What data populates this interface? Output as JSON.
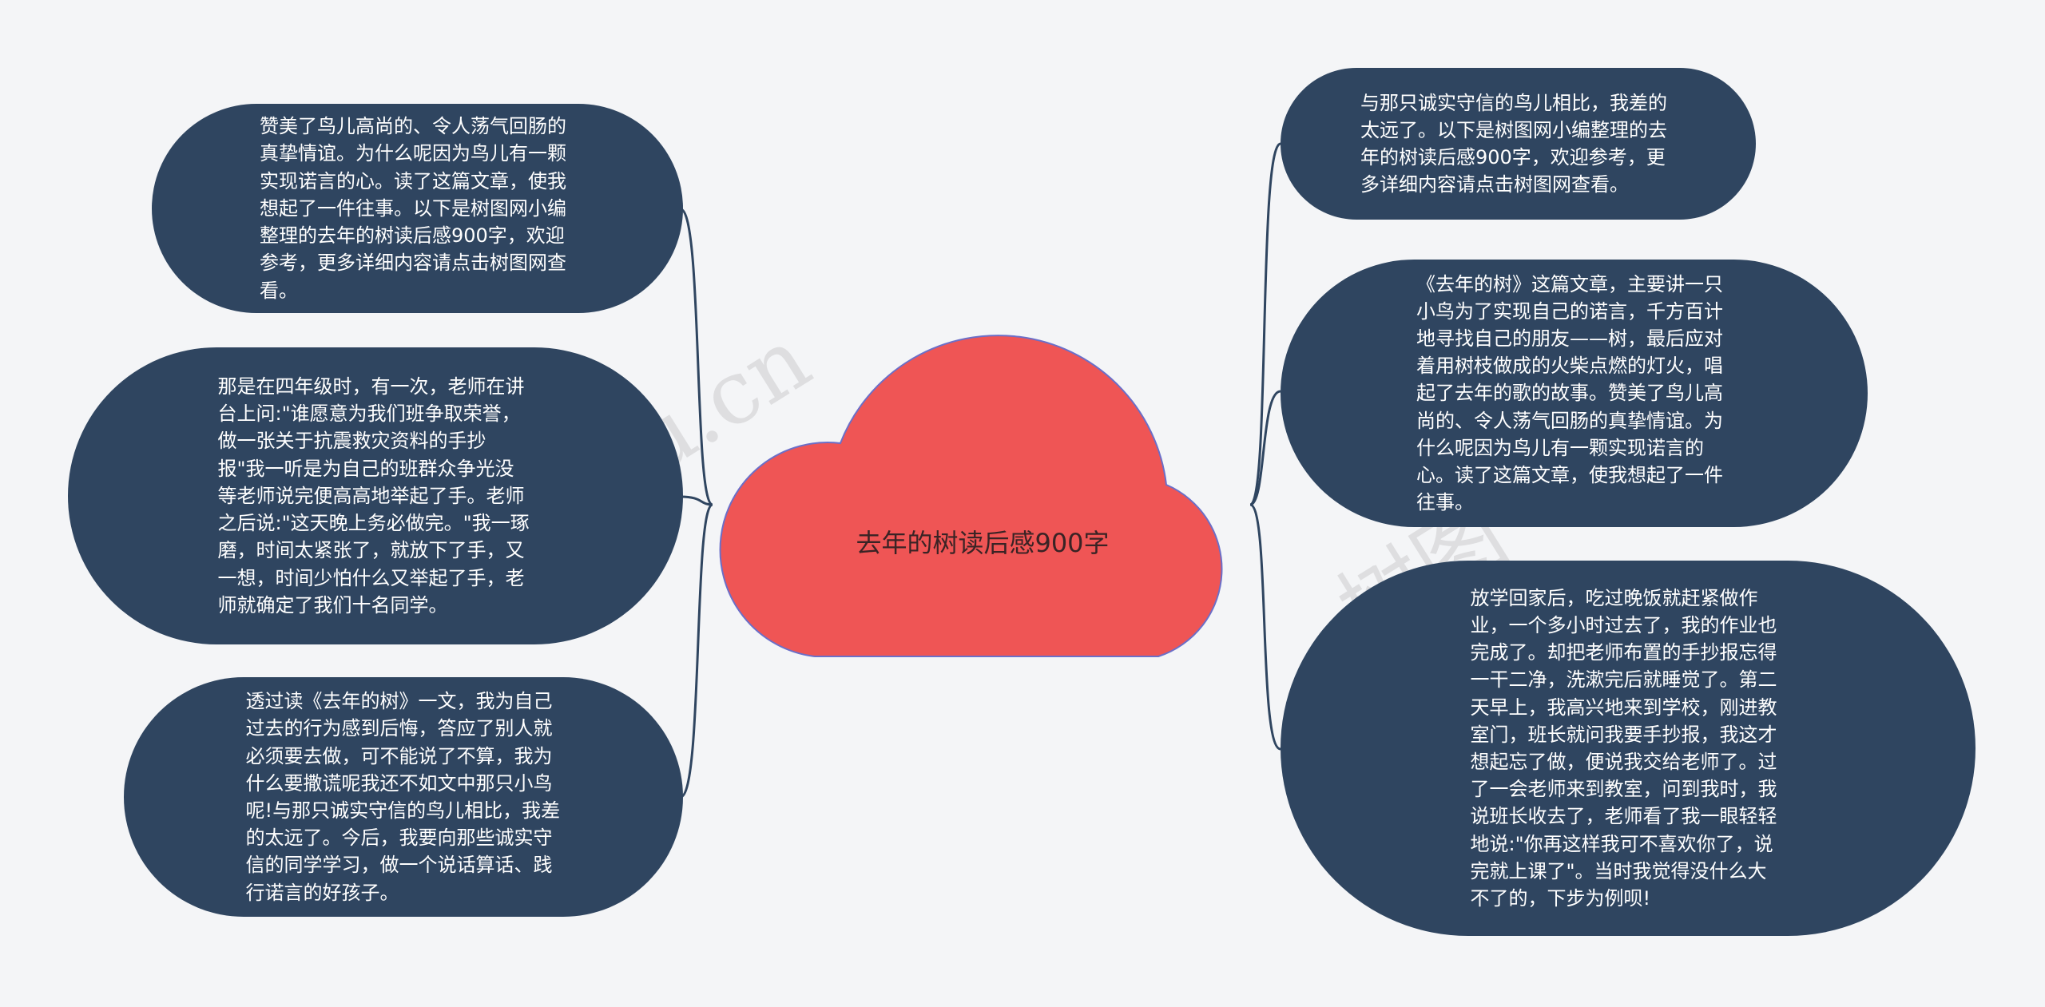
{
  "center": {
    "title": "去年的树读后感900字"
  },
  "colors": {
    "background": "#f4f5f7",
    "node_fill": "#2f4560",
    "center_fill": "#ef5555",
    "center_stroke": "#6b6fc8",
    "connector": "#2f4560"
  },
  "left_nodes": [
    {
      "text": "赞美了鸟儿高尚的、令人荡气回肠的真挚情谊。为什么呢因为鸟儿有一颗实现诺言的心。读了这篇文章，使我想起了一件往事。以下是树图网小编整理的去年的树读后感900字，欢迎参考，更多详细内容请点击树图网查看。"
    },
    {
      "text": "那是在四年级时，有一次，老师在讲台上问:\"谁愿意为我们班争取荣誉，做一张关于抗震救灾资料的手抄报\"我一听是为自己的班群众争光没等老师说完便高高地举起了手。老师之后说:\"这天晚上务必做完。\"我一琢磨，时间太紧张了，就放下了手，又一想，时间少怕什么又举起了手，老师就确定了我们十名同学。"
    },
    {
      "text": "透过读《去年的树》一文，我为自己过去的行为感到后悔，答应了别人就必须要去做，可不能说了不算，我为什么要撒谎呢我还不如文中那只小鸟呢!与那只诚实守信的鸟儿相比，我差的太远了。今后，我要向那些诚实守信的同学学习，做一个说话算话、践行诺言的好孩子。"
    }
  ],
  "right_nodes": [
    {
      "text": "与那只诚实守信的鸟儿相比，我差的太远了。以下是树图网小编整理的去年的树读后感900字，欢迎参考，更多详细内容请点击树图网查看。"
    },
    {
      "text": "《去年的树》这篇文章，主要讲一只小鸟为了实现自己的诺言，千方百计地寻找自己的朋友——树，最后应对着用树枝做成的火柴点燃的灯火，唱起了去年的歌的故事。赞美了鸟儿高尚的、令人荡气回肠的真挚情谊。为什么呢因为鸟儿有一颗实现诺言的心。读了这篇文章，使我想起了一件往事。"
    },
    {
      "text": "放学回家后，吃过晚饭就赶紧做作业，一个多小时过去了，我的作业也完成了。却把老师布置的手抄报忘得一干二净，洗漱完后就睡觉了。第二天早上，我高兴地来到学校，刚进教室门，班长就问我要手抄报，我这才想起忘了做，便说我交给老师了。过了一会老师来到教室，问到我时，我说班长收去了，老师看了我一眼轻轻地说:\"你再这样我可不喜欢你了，说完就上课了\"。当时我觉得没什么大不了的，下步为例呗!"
    }
  ],
  "watermarks": [
    "shutu.cn",
    "树图"
  ]
}
